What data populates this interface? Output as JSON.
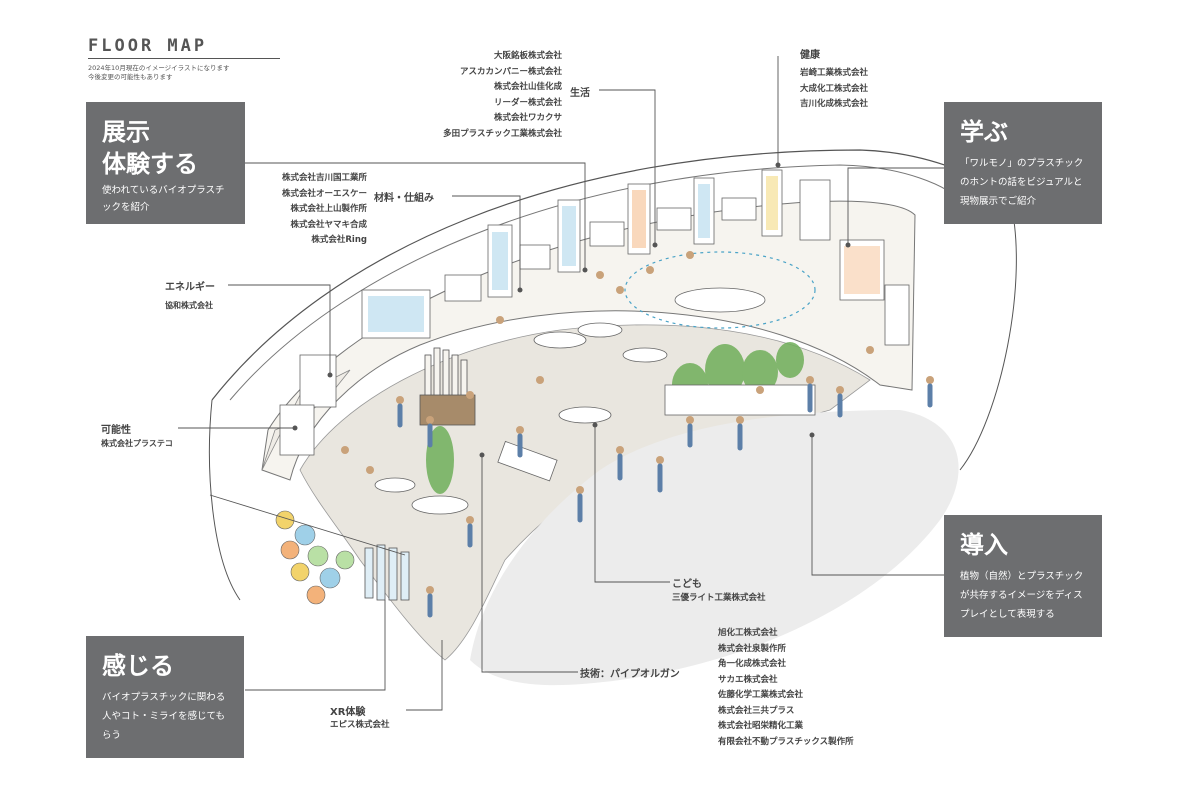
{
  "header": {
    "title": "FLOOR MAP",
    "note_lines": [
      "2024年10月現在のイメージイラストになります",
      "今後変更の可能性もあります"
    ]
  },
  "cards": {
    "tenji": {
      "title_lines": [
        "展示",
        "体験する"
      ],
      "desc_lines": [
        "使われているバイオプラスチ",
        "ックを紹介"
      ]
    },
    "manabu": {
      "title": "学ぶ",
      "desc_lines": [
        "「ワルモノ」のプラスチック",
        "のホントの話をビジュアルと",
        "現物展示でご紹介"
      ]
    },
    "dounyu": {
      "title": "導入",
      "desc_lines": [
        "植物（自然）とプラスチック",
        "が共存するイメージをディス",
        "プレイとして表現する"
      ]
    },
    "kanjiru": {
      "title": "感じる",
      "desc_lines": [
        "バイオプラスチックに関わる",
        "人やコト・ミライを感じても",
        "らう"
      ]
    }
  },
  "zones": {
    "seikatsu": {
      "label": "生活",
      "companies": [
        "大阪銘板株式会社",
        "アスカカンパニー株式会社",
        "株式会社山佳化成",
        "リーダー株式会社",
        "株式会社ワカクサ",
        "多田プラスチック工業株式会社"
      ]
    },
    "kenkou": {
      "label": "健康",
      "companies": [
        "岩崎工業株式会社",
        "大成化工株式会社",
        "吉川化成株式会社"
      ]
    },
    "zairyou": {
      "label": "材料・仕組み",
      "companies": [
        "株式会社吉川国工業所",
        "株式会社オーエスケー",
        "株式会社上山製作所",
        "株式会社ヤマキ合成",
        "株式会社Ring"
      ]
    },
    "energy": {
      "label": "エネルギー",
      "companies": [
        "協和株式会社"
      ]
    },
    "kanousei": {
      "label": "可能性",
      "companies": [
        "株式会社プラステコ"
      ]
    },
    "kodomo": {
      "label": "こども",
      "companies": [
        "三優ライト工業株式会社"
      ]
    },
    "gijutsu": {
      "label": "技術：パイプオルガン",
      "companies": [
        "旭化工株式会社",
        "株式会社泉製作所",
        "角一化成株式会社",
        "サカエ株式会社",
        "佐藤化学工業株式会社",
        "株式会社三共プラス",
        "株式会社昭栄精化工業",
        "有限会社不動プラスチックス製作所"
      ]
    },
    "xr": {
      "label": "XR体験",
      "companies": [
        "エピス株式会社"
      ]
    }
  },
  "colors": {
    "card_bg": "#6d6e70",
    "floor": "#e9e6df",
    "wall": "#f6f4ef",
    "shadow": "#ececec",
    "leader": "#555555",
    "plant": "#6fae5a"
  }
}
